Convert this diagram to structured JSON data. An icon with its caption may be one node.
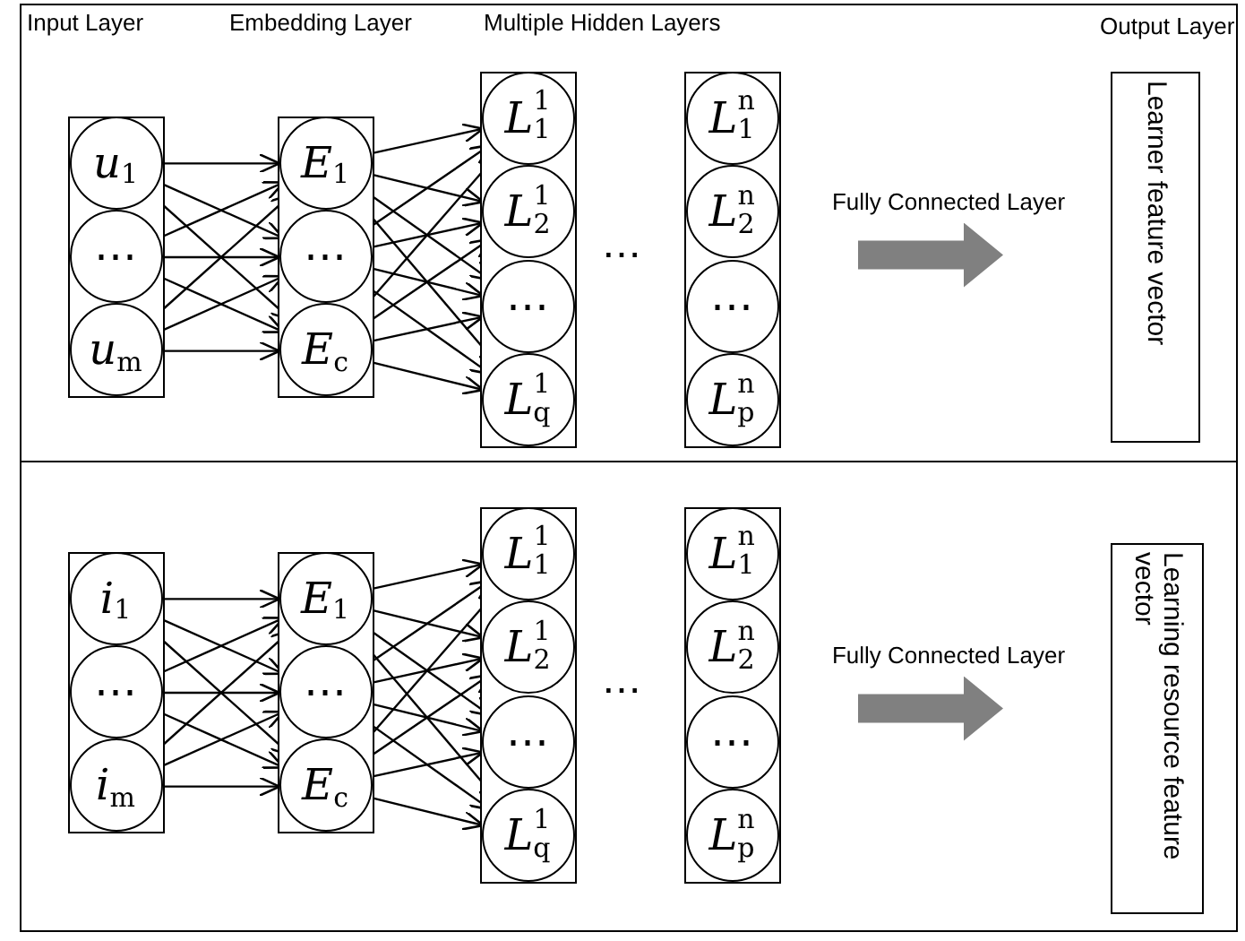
{
  "diagram": {
    "nodes": [
      {
        "text": [],
        "shape": "box"
      },
      {
        "text": [
          "*u*$_{1}$"
        ],
        "in": 0
      },
      {
        "text": [
          "⋯"
        ],
        "in": 0
      },
      {
        "text": [
          "*u*$_{m}$"
        ],
        "in": 0
      },
      {
        "text": [],
        "shape": "box"
      },
      {
        "text": [
          "*E*$_{1}$"
        ],
        "in": 4
      },
      {
        "text": [
          "⋯"
        ],
        "in": 4
      },
      {
        "text": [
          "*E*$_{c}$"
        ],
        "in": 4
      },
      {
        "text": [],
        "shape": "box"
      },
      {
        "text": [
          "*L*$^{1}$$_{1}$"
        ],
        "in": 8
      },
      {
        "text": [
          "*L*$^{1}$$_{2}$"
        ],
        "in": 8
      },
      {
        "text": [
          "⋯"
        ],
        "in": 8
      },
      {
        "text": [
          "*L*$^{1}$$_{q}$"
        ],
        "in": 8
      },
      {
        "text": [],
        "shape": "box"
      },
      {
        "text": [
          "*L*$^{n}$$_{1}$"
        ],
        "in": 13
      },
      {
        "text": [
          "*L*$^{n}$$_{2}$"
        ],
        "in": 13
      },
      {
        "text": [
          "⋯"
        ],
        "in": 13
      },
      {
        "text": [
          "*L*$^{n}$$_{p}$"
        ],
        "in": 13
      },
      {
        "text": [
          "Learner feature vector"
        ]
      },
      {
        "text": [],
        "shape": "box"
      },
      {
        "text": [
          "*i*$_{1}$"
        ],
        "in": 19
      },
      {
        "text": [
          "⋯"
        ],
        "in": 19
      },
      {
        "text": [
          "*i*$_{m}$"
        ],
        "in": 19
      },
      {
        "text": [],
        "shape": "box"
      },
      {
        "text": [
          "*E*$_{1}$"
        ],
        "in": 23
      },
      {
        "text": [
          "⋯"
        ],
        "in": 23
      },
      {
        "text": [
          "*E*$_{c}$"
        ],
        "in": 23
      },
      {
        "text": [],
        "shape": "box"
      },
      {
        "text": [
          "*L*$^{1}$$_{1}$"
        ],
        "in": 27
      },
      {
        "text": [
          "*L*$^{1}$$_{2}$"
        ],
        "in": 27
      },
      {
        "text": [
          "⋯"
        ],
        "in": 27
      },
      {
        "text": [
          "*L*$^{1}$$_{q}$"
        ],
        "in": 27
      },
      {
        "text": [],
        "shape": "box"
      },
      {
        "text": [
          "*L*$^{n}$$_{1}$"
        ],
        "in": 32
      },
      {
        "text": [
          "*L*$^{n}$$_{2}$"
        ],
        "in": 32
      },
      {
        "text": [
          "⋯"
        ],
        "in": 32
      },
      {
        "text": [
          "*L*$^{n}$$_{p}$"
        ],
        "in": 32
      },
      {
        "text": [
          "Learning resource feature vector"
        ]
      }
    ],
    "edges": [
      {
        "from": 1,
        "to": 5,
        "arrow": "to"
      },
      {
        "from": 1,
        "to": 6,
        "arrow": "to"
      },
      {
        "from": 1,
        "to": 7,
        "arrow": "to"
      },
      {
        "from": 2,
        "to": 5,
        "arrow": "to"
      },
      {
        "from": 2,
        "to": 6,
        "arrow": "to"
      },
      {
        "from": 2,
        "to": 7,
        "arrow": "to"
      },
      {
        "from": 3,
        "to": 5,
        "arrow": "to"
      },
      {
        "from": 3,
        "to": 6,
        "arrow": "to"
      },
      {
        "from": 3,
        "to": 7,
        "arrow": "to"
      },
      {
        "from": 5,
        "to": 9,
        "arrow": "to"
      },
      {
        "from": 5,
        "to": 10,
        "arrow": "to"
      },
      {
        "from": 5,
        "to": 11,
        "arrow": "to"
      },
      {
        "from": 5,
        "to": 12,
        "arrow": "to"
      },
      {
        "from": 6,
        "to": 9,
        "arrow": "to"
      },
      {
        "from": 6,
        "to": 10,
        "arrow": "to"
      },
      {
        "from": 6,
        "to": 11,
        "arrow": "to"
      },
      {
        "from": 6,
        "to": 12,
        "arrow": "to"
      },
      {
        "from": 7,
        "to": 9,
        "arrow": "to"
      },
      {
        "from": 7,
        "to": 10,
        "arrow": "to"
      },
      {
        "from": 7,
        "to": 11,
        "arrow": "to"
      },
      {
        "from": 7,
        "to": 12,
        "arrow": "to"
      },
      {
        "from": 13,
        "to": 18,
        "arrow": "to",
        "label": "Fully Connected Layer",
        "style": "thick",
        "color": "#808080"
      },
      {
        "from": 20,
        "to": 24,
        "arrow": "to"
      },
      {
        "from": 20,
        "to": 25,
        "arrow": "to"
      },
      {
        "from": 20,
        "to": 26,
        "arrow": "to"
      },
      {
        "from": 21,
        "to": 24,
        "arrow": "to"
      },
      {
        "from": 21,
        "to": 25,
        "arrow": "to"
      },
      {
        "from": 21,
        "to": 26,
        "arrow": "to"
      },
      {
        "from": 22,
        "to": 24,
        "arrow": "to"
      },
      {
        "from": 22,
        "to": 25,
        "arrow": "to"
      },
      {
        "from": 22,
        "to": 26,
        "arrow": "to"
      },
      {
        "from": 24,
        "to": 28,
        "arrow": "to"
      },
      {
        "from": 24,
        "to": 29,
        "arrow": "to"
      },
      {
        "from": 24,
        "to": 30,
        "arrow": "to"
      },
      {
        "from": 24,
        "to": 31,
        "arrow": "to"
      },
      {
        "from": 25,
        "to": 28,
        "arrow": "to"
      },
      {
        "from": 25,
        "to": 29,
        "arrow": "to"
      },
      {
        "from": 25,
        "to": 30,
        "arrow": "to"
      },
      {
        "from": 25,
        "to": 31,
        "arrow": "to"
      },
      {
        "from": 26,
        "to": 28,
        "arrow": "to"
      },
      {
        "from": 26,
        "to": 29,
        "arrow": "to"
      },
      {
        "from": 26,
        "to": 30,
        "arrow": "to"
      },
      {
        "from": 26,
        "to": 31,
        "arrow": "to"
      },
      {
        "from": 32,
        "to": 37,
        "arrow": "to",
        "label": "Fully Connected Layer",
        "style": "thick",
        "color": "#808080"
      }
    ],
    "labels": [
      "Input Layer",
      "Embedding Layer",
      "Multiple Hidden Layers",
      "Output Layer",
      "⋯",
      "⋯"
    ]
  }
}
